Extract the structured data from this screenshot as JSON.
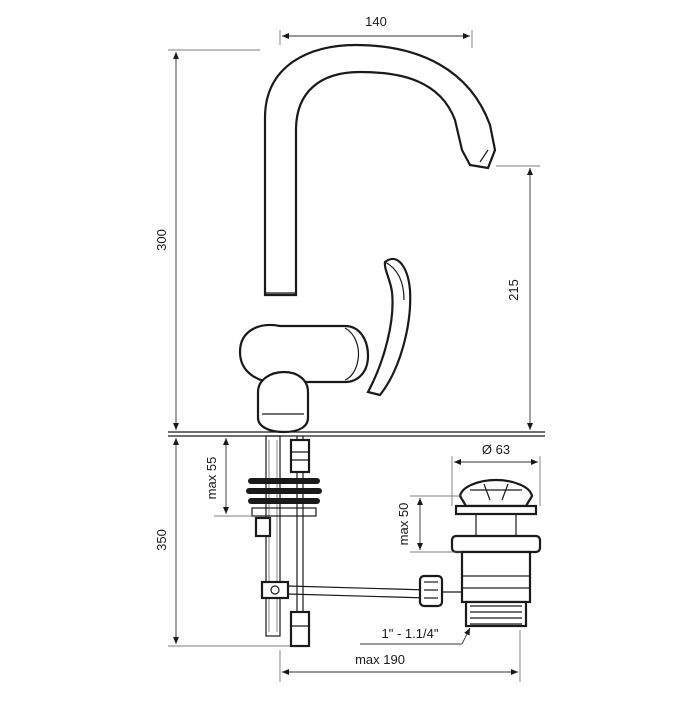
{
  "dimensions": {
    "spout_reach": "140",
    "total_height": "300",
    "spout_height": "215",
    "below_counter": "350",
    "counter_thickness": "max 55",
    "drain_diameter": "Ø 63",
    "drain_adjust": "max 50",
    "drain_thread": "1\" - 1.1/4\"",
    "rod_length": "max 190"
  },
  "colors": {
    "line": "#1a1a1a",
    "background": "#ffffff"
  }
}
